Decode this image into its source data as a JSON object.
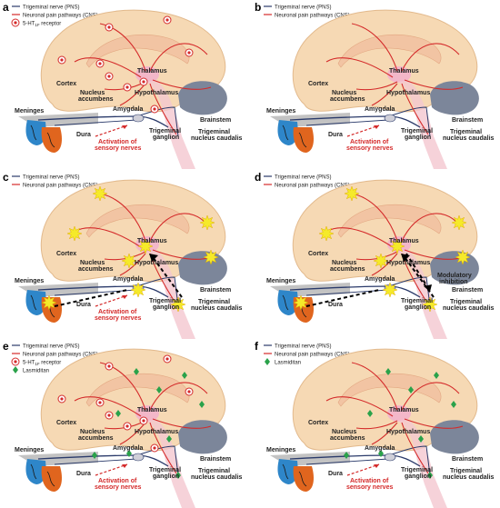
{
  "legend": {
    "pns": "Trigeminal nerve (PNS)",
    "cns": "Neuronal pain pathways (CNS)",
    "receptor": "5-HT",
    "receptor_sub": "1F",
    "receptor_suffix": " receptor",
    "drug": "Lasmiditan"
  },
  "labels": {
    "cortex": "Cortex",
    "thalamus": "Thalamus",
    "hypothalamus": "Hypothalamus",
    "nucleus_accumbens_1": "Nucleus",
    "nucleus_accumbens_2": "accumbens",
    "amygdala": "Amygdala",
    "brainstem": "Brainstem",
    "meninges": "Meninges",
    "dura": "Dura",
    "trigeminal_ganglion_1": "Trigeminal",
    "trigeminal_ganglion_2": "ganglion",
    "trigeminal_nucleus_1": "Trigeminal",
    "trigeminal_nucleus_2": "nucleus caudalis",
    "activation_1": "Activation of",
    "activation_2": "sensory nerves",
    "modulatory_1": "Modulatory",
    "modulatory_2": "inhibition"
  },
  "panels": [
    {
      "letter": "a",
      "receptors": true,
      "drug": false,
      "pain": false,
      "activation": true,
      "modulatory": false
    },
    {
      "letter": "b",
      "receptors": false,
      "drug": false,
      "pain": false,
      "activation": true,
      "modulatory": false
    },
    {
      "letter": "c",
      "receptors": false,
      "drug": false,
      "pain": true,
      "activation": true,
      "modulatory": false
    },
    {
      "letter": "d",
      "receptors": false,
      "drug": false,
      "pain": true,
      "activation": false,
      "modulatory": true
    },
    {
      "letter": "e",
      "receptors": true,
      "drug": true,
      "pain": false,
      "activation": true,
      "modulatory": false
    },
    {
      "letter": "f",
      "receptors": false,
      "drug": true,
      "pain": false,
      "activation": true,
      "modulatory": false
    }
  ],
  "colors": {
    "brain": "#f6d9b4",
    "brain_outline": "#e2b98c",
    "cns": "#d42a2a",
    "pns": "#2a3a6a",
    "cerebellum": "#7c869a",
    "thalamus": "#f3b7c9",
    "meninges": "#2e86c9",
    "dura": "#e0651e",
    "burst": "#f5ea2a",
    "drug": "#2aa24a",
    "activation": "#d42a2a"
  }
}
